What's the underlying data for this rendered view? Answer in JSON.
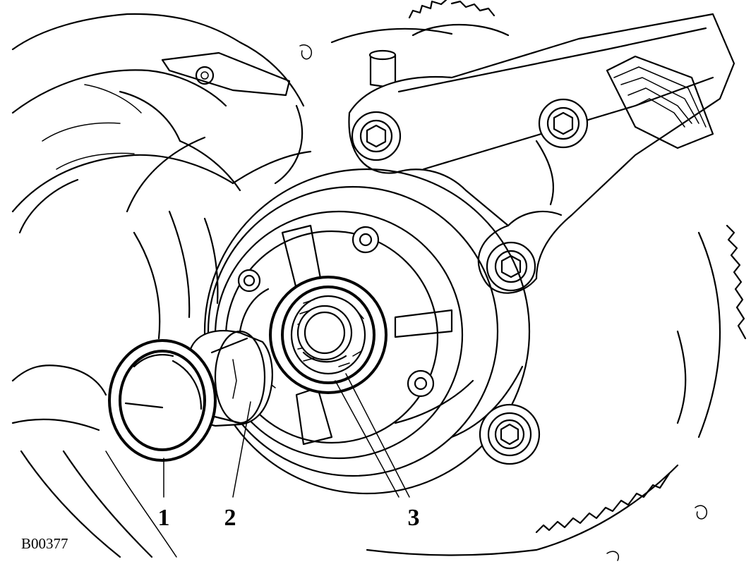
{
  "figure_id": "B00377",
  "callouts": {
    "c1": "1",
    "c2": "2",
    "c3": "3"
  }
}
